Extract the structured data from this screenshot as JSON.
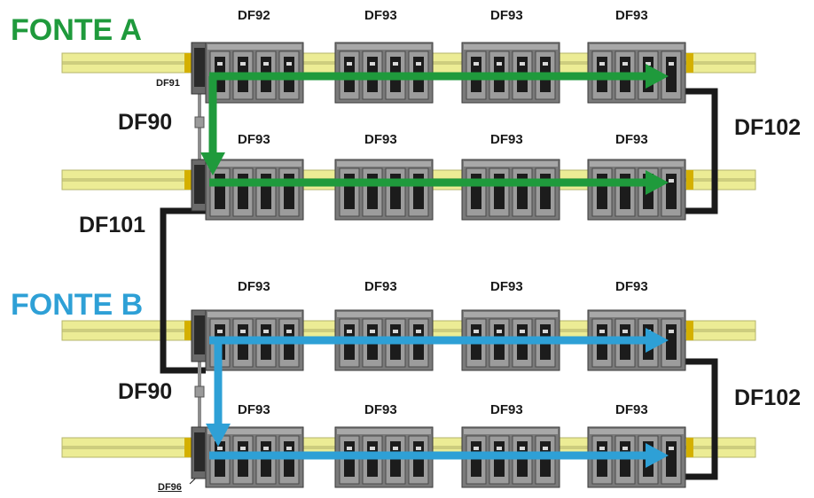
{
  "sources": {
    "a": {
      "label": "FONTE A",
      "color": "#1f9a3c"
    },
    "b": {
      "label": "FONTE B",
      "color": "#2ea0d6"
    }
  },
  "colors": {
    "rail": "#ecec95",
    "rail_edge": "#b5b56b",
    "cable": "#1a1a1a",
    "module_frame": "#6f6f6f",
    "module_slot": "#1c1c1c"
  },
  "labels": {
    "df91": "DF91",
    "df90_top": "DF90",
    "df90_bottom": "DF90",
    "df101": "DF101",
    "df102_top": "DF102",
    "df102_bottom": "DF102",
    "df96": "DF96"
  },
  "racks": [
    [
      "DF92",
      "DF93",
      "DF93",
      "DF93"
    ],
    [
      "DF93",
      "DF93",
      "DF93",
      "DF93"
    ],
    [
      "DF93",
      "DF93",
      "DF93",
      "DF93"
    ],
    [
      "DF93",
      "DF93",
      "DF93",
      "DF93"
    ]
  ]
}
